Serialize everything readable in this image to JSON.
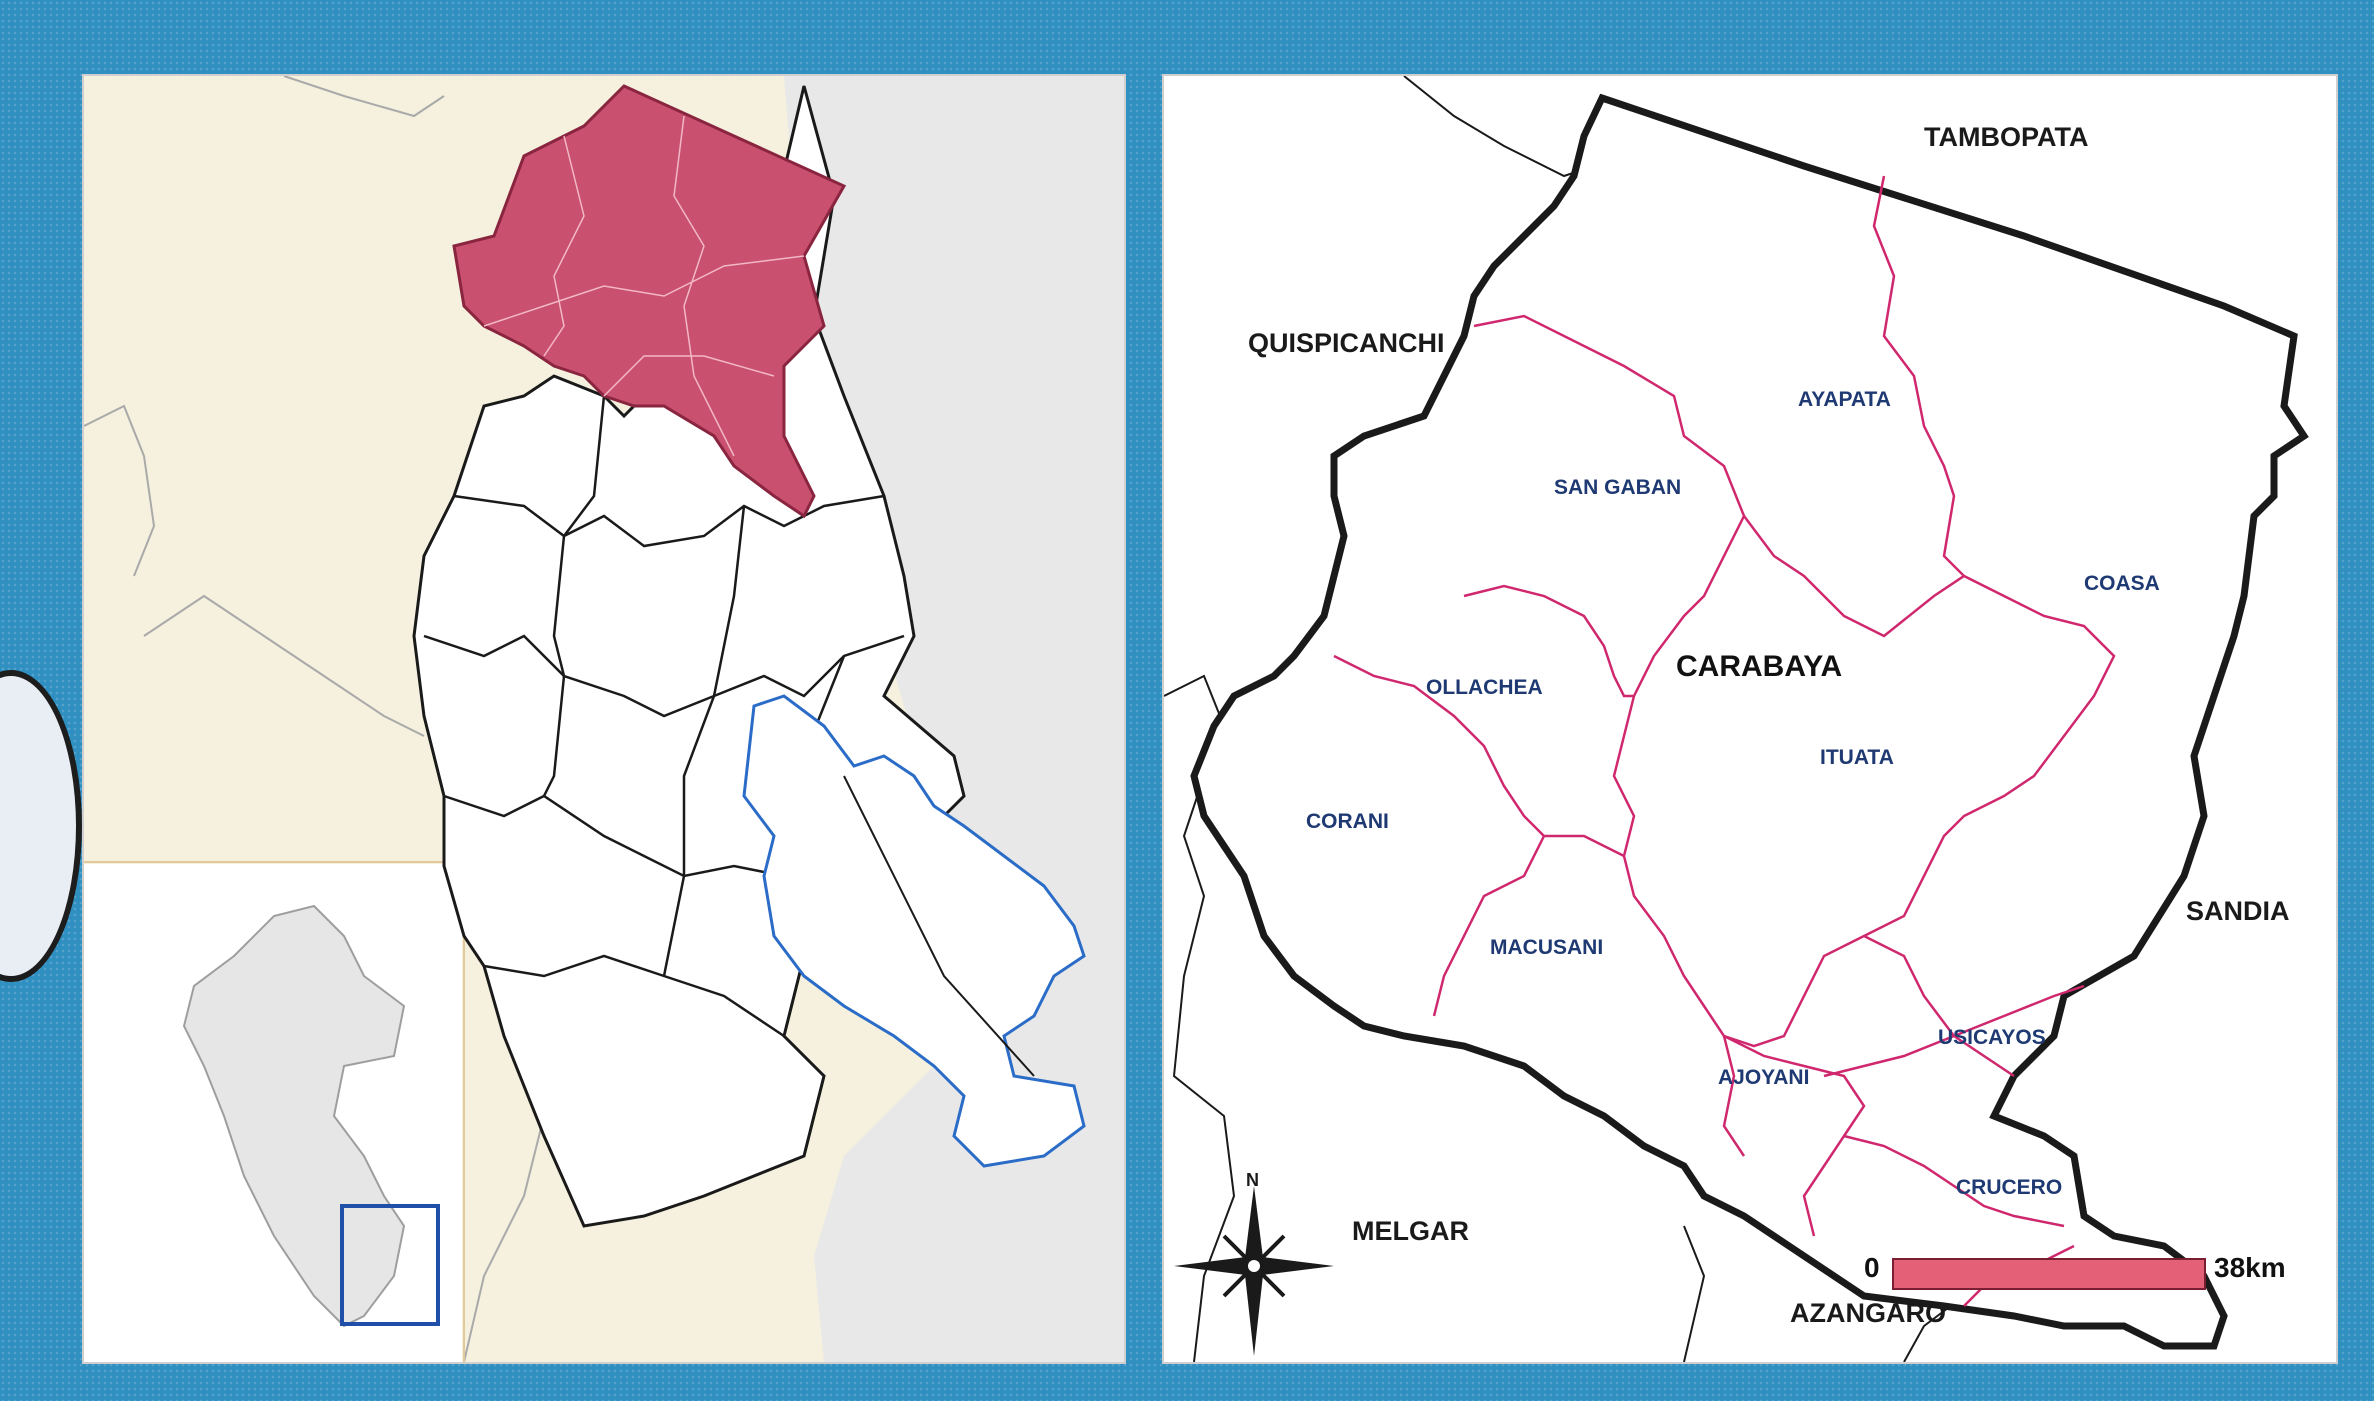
{
  "colors": {
    "frame": "#2f8fc0",
    "highlight": "#c9506f",
    "district_border": "#d0286e",
    "province_border": "#1a1a1a",
    "scale_bar": "#e36077",
    "inset_box": "#1f4fa8",
    "river": "#2a6cc7"
  },
  "right_map": {
    "province_labels": {
      "tambopata": "TAMBOPATA",
      "quispicanchi": "QUISPICANCHI",
      "melgar": "MELGAR",
      "azangaro": "AZANGARO",
      "sandia": "SANDIA"
    },
    "main_label": "CARABAYA",
    "district_labels": {
      "ayapata": "AYAPATA",
      "san_gaban": "SAN GABAN",
      "coasa": "COASA",
      "ollachea": "OLLACHEA",
      "ituata": "ITUATA",
      "corani": "CORANI",
      "macusani": "MACUSANI",
      "usicayos": "USICAYOS",
      "ajoyani": "AJOYANI",
      "crucero": "CRUCERO"
    },
    "north_label": "N",
    "scale": {
      "start": "0",
      "end": "38km"
    }
  },
  "icons": [
    "north-arrow-icon",
    "stamp-seal-icon"
  ]
}
